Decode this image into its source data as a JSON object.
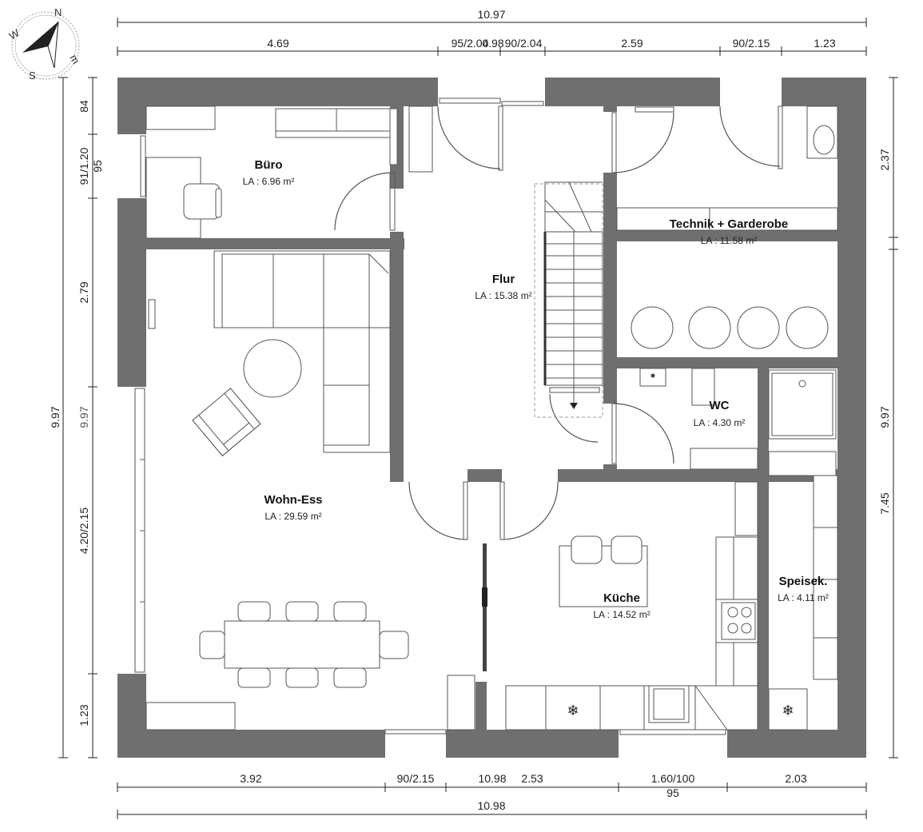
{
  "rooms": {
    "buero": {
      "name": "Büro",
      "area": "LA : 6.96 m²"
    },
    "technik": {
      "name": "Technik + Garderobe",
      "area": "LA : 11.58 m²"
    },
    "flur": {
      "name": "Flur",
      "area": "LA : 15.38 m²"
    },
    "wc": {
      "name": "WC",
      "area": "LA : 4.30 m²"
    },
    "wohn": {
      "name": "Wohn-Ess",
      "area": "LA : 29.59 m²"
    },
    "speise": {
      "name": "Speisek.",
      "area": "LA : 4.11 m²"
    },
    "kueche": {
      "name": "Küche",
      "area": "LA : 14.52 m²"
    }
  },
  "dimensions": {
    "top_total": "10.97",
    "top": [
      "4.69",
      "95/2.04",
      "0.98",
      "90/2.04",
      "2.59",
      "90/2.15",
      "1.23"
    ],
    "bottom": [
      "3.92",
      "90/2.15",
      "10.98",
      "2.53",
      "1.60/100",
      "2.03"
    ],
    "bottom_sub": "95",
    "bottom_total": "10.98",
    "left_total": "9.97",
    "left": [
      "84",
      "91/1.20",
      "95",
      "2.79",
      "9.97",
      "4.20/2.15",
      "1.23"
    ],
    "right": [
      "2.37",
      "9.97",
      "7.45"
    ]
  },
  "compass": {
    "n": "N",
    "s": "S",
    "w": "W",
    "e": "m"
  }
}
